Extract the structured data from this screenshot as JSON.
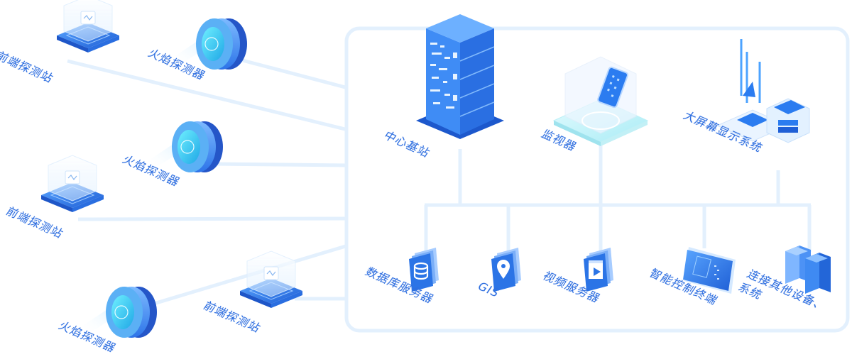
{
  "diagram": {
    "title": "",
    "colors": {
      "line": "#e3f0fd",
      "label": "#2f6fe0",
      "primary": "#2b7cf0",
      "primary_dark": "#1b55c9",
      "cyan": "#29d3f0",
      "panel_border": "#e3f0fd"
    },
    "external_nodes": [
      {
        "id": "front-station-1",
        "type": "front-station",
        "label": "前端探测站",
        "icon": "front-detection-station-icon"
      },
      {
        "id": "flame-detector-1",
        "type": "flame-detector",
        "label": "火焰探测器",
        "icon": "flame-detector-icon"
      },
      {
        "id": "flame-detector-2",
        "type": "flame-detector",
        "label": "火焰探测器",
        "icon": "flame-detector-icon"
      },
      {
        "id": "front-station-2",
        "type": "front-station",
        "label": "前端探测站",
        "icon": "front-detection-station-icon"
      },
      {
        "id": "flame-detector-3",
        "type": "flame-detector",
        "label": "火焰探测器",
        "icon": "flame-detector-icon"
      },
      {
        "id": "front-station-3",
        "type": "front-station",
        "label": "前端探测站",
        "icon": "front-detection-station-icon"
      }
    ],
    "top_nodes": [
      {
        "id": "center-base-station",
        "label": "中心基站",
        "icon": "server-tower-icon"
      },
      {
        "id": "monitor",
        "label": "监视器",
        "icon": "monitor-device-icon"
      },
      {
        "id": "big-screen",
        "label": "大屏幕显示系统",
        "icon": "big-screen-display-icon"
      }
    ],
    "bottom_nodes": [
      {
        "id": "db-server",
        "label": "数据库服务器",
        "icon": "database-icon"
      },
      {
        "id": "gis",
        "label": "GIS",
        "icon": "map-pin-icon"
      },
      {
        "id": "video-server",
        "label": "视频服务器",
        "icon": "video-play-icon"
      },
      {
        "id": "smart-terminal",
        "label": "智能控制终端",
        "icon": "control-terminal-icon"
      },
      {
        "id": "other-systems",
        "label": "连接其他设备、系统",
        "icon": "server-pair-icon"
      }
    ],
    "edges": [
      {
        "from": "front-station-1",
        "to": "panel"
      },
      {
        "from": "flame-detector-1",
        "to": "panel"
      },
      {
        "from": "flame-detector-2",
        "to": "panel"
      },
      {
        "from": "front-station-2",
        "to": "panel"
      },
      {
        "from": "flame-detector-3",
        "to": "panel"
      },
      {
        "from": "front-station-3",
        "to": "panel"
      },
      {
        "from": "center-base-station",
        "to": "bus"
      },
      {
        "from": "monitor",
        "to": "bus"
      },
      {
        "from": "big-screen",
        "to": "bus"
      },
      {
        "from": "bus",
        "to": "db-server"
      },
      {
        "from": "bus",
        "to": "gis"
      },
      {
        "from": "bus",
        "to": "video-server"
      },
      {
        "from": "bus",
        "to": "smart-terminal"
      },
      {
        "from": "bus",
        "to": "other-systems"
      }
    ]
  }
}
